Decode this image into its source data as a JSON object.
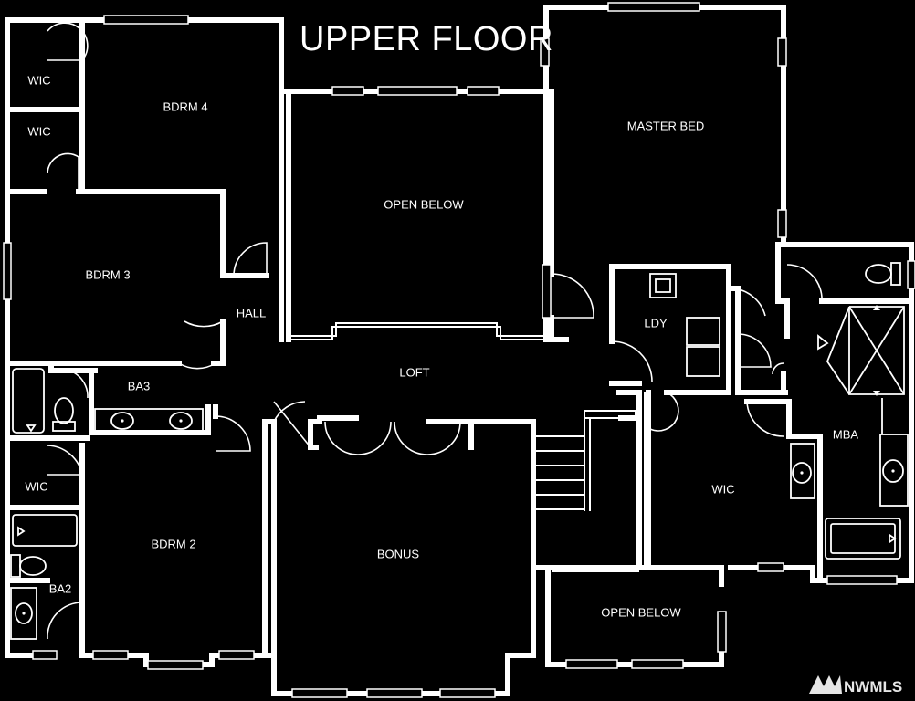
{
  "title": "UPPER FLOOR",
  "rooms": {
    "wic_top": "WIC",
    "wic_second": "WIC",
    "bdrm4": "BDRM 4",
    "bdrm3": "BDRM 3",
    "hall": "HALL",
    "ba3": "BA3",
    "wic_left": "WIC",
    "bdrm2": "BDRM 2",
    "ba2": "BA2",
    "open_below_top": "OPEN BELOW",
    "master_bed": "MASTER BED",
    "loft": "LOFT",
    "ldy": "LDY",
    "bonus": "BONUS",
    "wic_master": "WIC",
    "mba": "MBA",
    "open_below_bottom": "OPEN BELOW"
  },
  "watermark": "NWMLS",
  "colors": {
    "background": "#000000",
    "lines": "#ffffff"
  }
}
